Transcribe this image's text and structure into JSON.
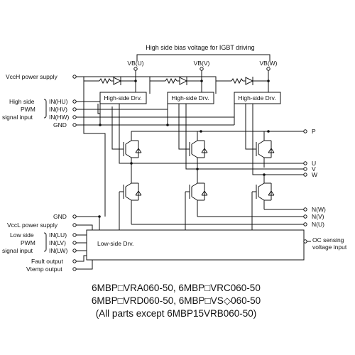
{
  "title": "High side bias voltage for IGBT driving",
  "vb_labels": [
    "VB(U)",
    "VB(V)",
    "VB(W)"
  ],
  "high_driver_label": "High-side Drv.",
  "low_driver_label": "Low-side Drv.",
  "left": {
    "vcch": "VccH power supply",
    "high_group": [
      "High side",
      "PWM",
      "signal input"
    ],
    "high_inputs": [
      "IN(HU)",
      "IN(HV)",
      "IN(HW)"
    ],
    "gnd_top": "GND",
    "gnd_bottom": "GND",
    "vccl": "VccL power supply",
    "low_group": [
      "Low side",
      "PWM",
      "signal input"
    ],
    "low_inputs": [
      "IN(LU)",
      "IN(LV)",
      "IN(LW)"
    ],
    "fault": "Fault output",
    "vtemp": "Vtemp output"
  },
  "right": {
    "p": "P",
    "u": "U",
    "v": "V",
    "w": "W",
    "nw": "N(W)",
    "nv": "N(V)",
    "nu": "N(U)",
    "oc": [
      "OC sensing",
      "voltage input"
    ]
  },
  "caption": [
    "6MBP□VRA060-50, 6MBP□VRC060-50",
    "6MBP□VRD060-50, 6MBP□VS◇060-50",
    "(All parts except 6MBP15VRB060-50)"
  ]
}
